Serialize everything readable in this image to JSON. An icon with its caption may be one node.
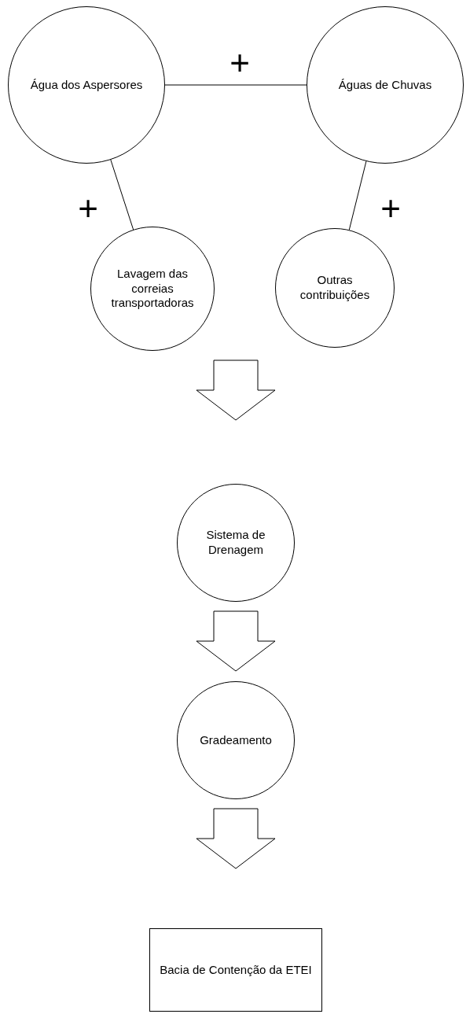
{
  "diagram": {
    "nodes": [
      {
        "text": [
          "Água dos Aspersores"
        ]
      },
      {
        "text": [
          "Águas de Chuvas"
        ]
      },
      {
        "text": [
          "Lavagem das correias transportadoras"
        ]
      },
      {
        "text": [
          "Outras contribuições"
        ]
      },
      {
        "text": [
          "Sistema de Drenagem"
        ]
      },
      {
        "text": [
          "Gradeamento"
        ]
      },
      {
        "text": [
          "Bacia de Contenção da ETEI"
        ]
      }
    ],
    "edges": [
      {
        "from": 0,
        "to": 1,
        "arrow": "none",
        "label": "+"
      },
      {
        "from": 0,
        "to": 2,
        "arrow": "none",
        "label": "+"
      },
      {
        "from": 1,
        "to": 3,
        "arrow": "none",
        "label": "+"
      },
      {
        "from": 2,
        "to": 4,
        "arrow": "to"
      },
      {
        "from": 3,
        "to": 4,
        "arrow": "to"
      },
      {
        "from": 4,
        "to": 5,
        "arrow": "to"
      },
      {
        "from": 5,
        "to": 6,
        "arrow": "to"
      }
    ]
  }
}
